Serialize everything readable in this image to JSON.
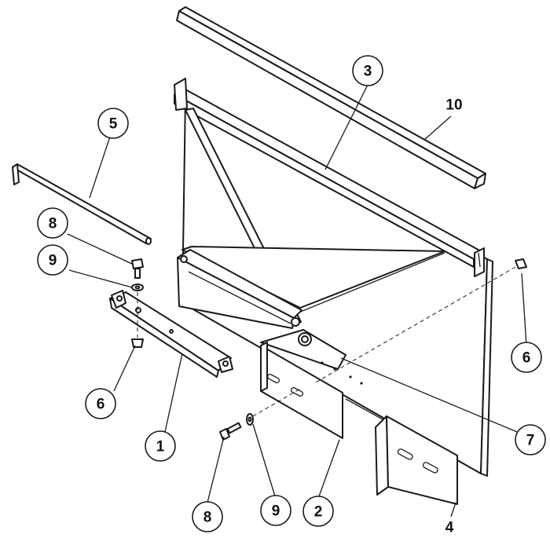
{
  "diagram": {
    "callouts": [
      {
        "id": "c1a",
        "label": "1"
      },
      {
        "id": "c2a",
        "label": "2"
      },
      {
        "id": "c3a",
        "label": "3"
      },
      {
        "id": "c5a",
        "label": "5"
      },
      {
        "id": "c6a",
        "label": "6"
      },
      {
        "id": "c6b",
        "label": "6"
      },
      {
        "id": "c7a",
        "label": "7"
      },
      {
        "id": "c8a",
        "label": "8"
      },
      {
        "id": "c8b",
        "label": "8"
      },
      {
        "id": "c9a",
        "label": "9"
      },
      {
        "id": "c9b",
        "label": "9"
      }
    ],
    "plain_labels": [
      {
        "id": "t10",
        "label": "10"
      },
      {
        "id": "t4",
        "label": "4"
      }
    ]
  }
}
